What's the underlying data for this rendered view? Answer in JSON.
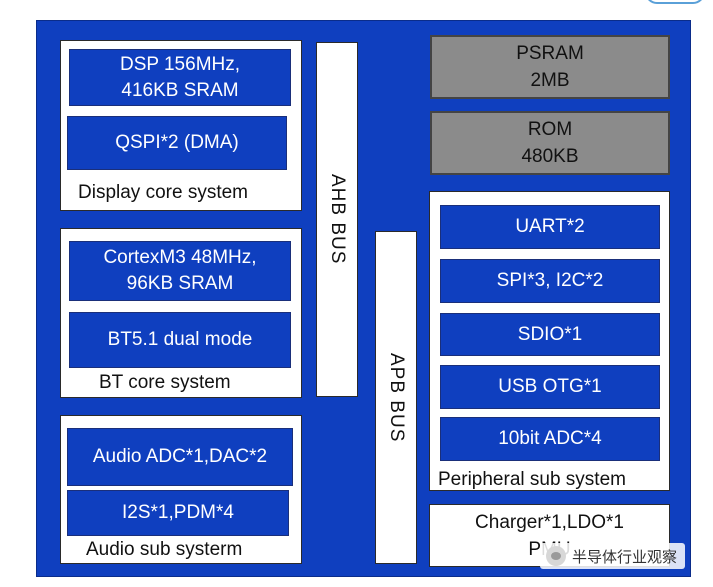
{
  "display_core": {
    "dsp": "DSP 156MHz,\n416KB SRAM",
    "qspi": "QSPI*2 (DMA)",
    "caption": "Display core system"
  },
  "bt_core": {
    "cortex": "CortexM3 48MHz,\n96KB SRAM",
    "bt": "BT5.1 dual mode",
    "caption": "BT core system"
  },
  "audio_sub": {
    "adc_dac": "Audio ADC*1,DAC*2",
    "i2s": "I2S*1,PDM*4",
    "caption": "Audio sub systerm"
  },
  "ahb_bus": "AHB BUS",
  "apb_bus": "APB BUS",
  "memory": {
    "psram": "PSRAM\n2MB",
    "rom": "ROM\n480KB"
  },
  "peripheral": {
    "items": [
      "UART*2",
      "SPI*3, I2C*2",
      "SDIO*1",
      "USB OTG*1",
      "10bit ADC*4"
    ],
    "caption": "Peripheral sub system"
  },
  "pmu": "Charger*1,LDO*1\nPMU",
  "watermark": "半导体行业观察",
  "colors": {
    "board_blue": "#0f3fbf",
    "memory_gray": "#8b8b8b",
    "panel_white": "#ffffff"
  }
}
